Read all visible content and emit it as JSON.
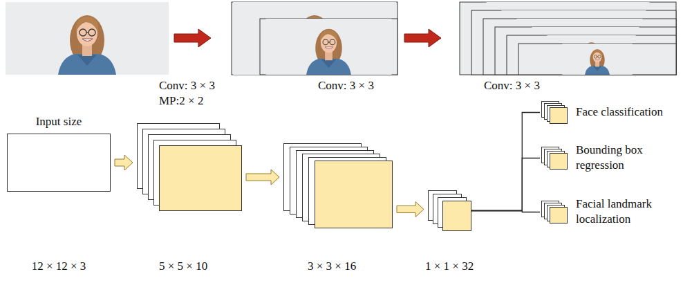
{
  "diagram": {
    "nodes": [
      {
        "text": [
          "Input size",
          "12 × 12 × 3"
        ]
      },
      {
        "text": [
          "Conv: 3 × 3 MP:2 × 2",
          "5 × 5 × 10"
        ]
      },
      {
        "text": [
          "Conv: 3 × 3",
          "3 × 3 × 16"
        ]
      },
      {
        "text": [
          "Conv: 3 × 3",
          "1 × 1 × 32"
        ]
      },
      {
        "text": [
          "Face classification"
        ]
      },
      {
        "text": [
          "Bounding box regression"
        ]
      },
      {
        "text": [
          "Facial landmark localization"
        ]
      }
    ],
    "edges": [
      {
        "from": 0,
        "to": 1,
        "arrow": "to"
      },
      {
        "from": 1,
        "to": 2,
        "arrow": "to"
      },
      {
        "from": 2,
        "to": 3,
        "arrow": "to"
      },
      {
        "from": 3,
        "to": 4,
        "arrow": "none"
      },
      {
        "from": 3,
        "to": 5,
        "arrow": "none"
      },
      {
        "from": 3,
        "to": 6,
        "arrow": "none"
      }
    ]
  }
}
